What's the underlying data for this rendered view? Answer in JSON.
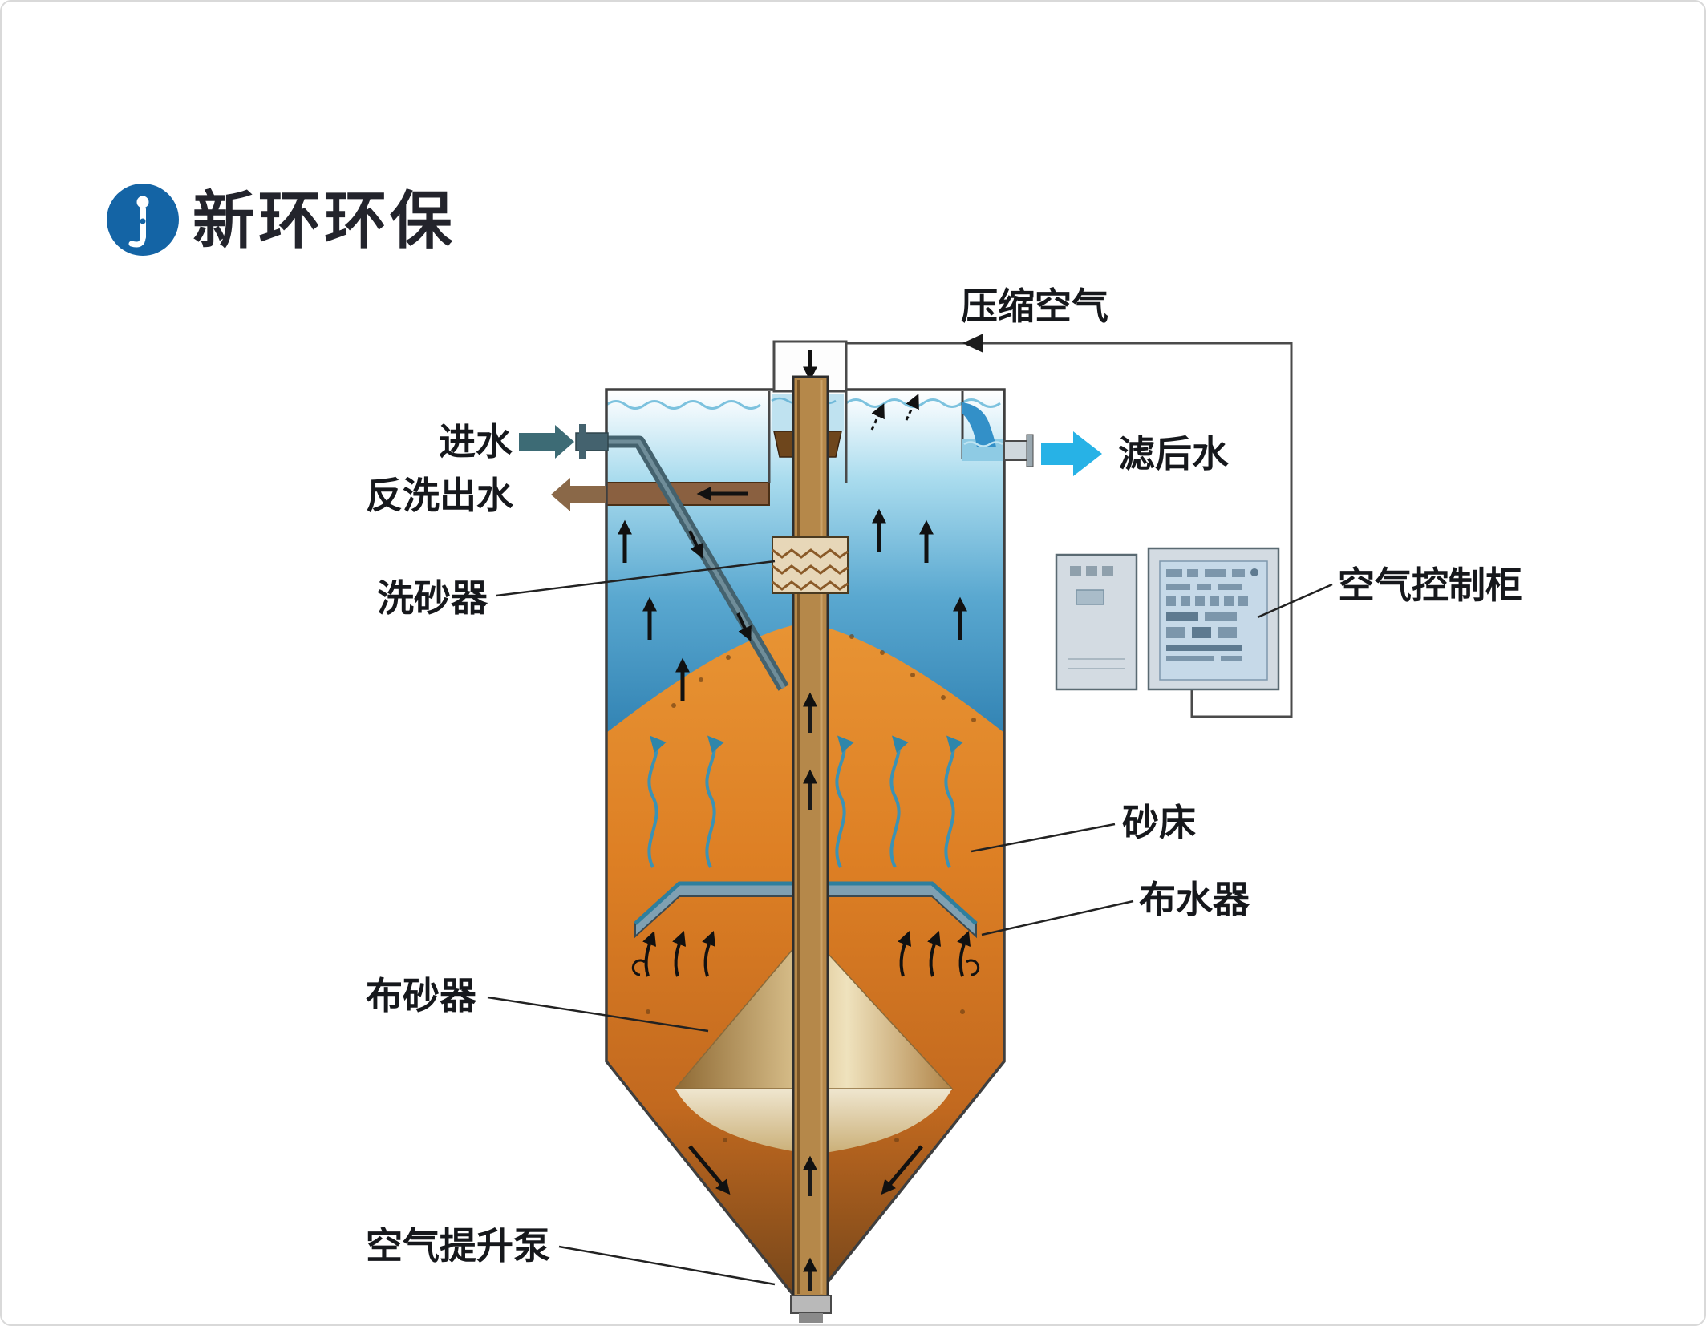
{
  "page": {
    "background": "#ffffff",
    "border_color": "#d9d9d9"
  },
  "logo": {
    "brand_text": "新环环保",
    "icon_color": "#1464a5",
    "text_color": "#23242c"
  },
  "diagram": {
    "labels": {
      "compressed_air": "压缩空气",
      "inlet_water": "进水",
      "backwash_outlet": "反洗出水",
      "sand_washer": "洗砂器",
      "filtered_water": "滤后水",
      "air_control_cabinet": "空气控制柜",
      "sand_bed": "砂床",
      "water_distributor": "布水器",
      "sand_distributor": "布砂器",
      "air_lift_pump": "空气提升泵"
    },
    "colors": {
      "water_top": "#cfe9f4",
      "water_deep": "#1e6898",
      "sand_orange": "#df8226",
      "sand_dark": "#6f451c",
      "filtered_arrow": "#27b2e6",
      "inlet_arrow": "#3d6b75",
      "backwash_arrow": "#8a6848",
      "pipe_tan": "#b5884a",
      "cabinet_fill": "#d3dbe2",
      "line_color": "#4a4a4a"
    }
  }
}
